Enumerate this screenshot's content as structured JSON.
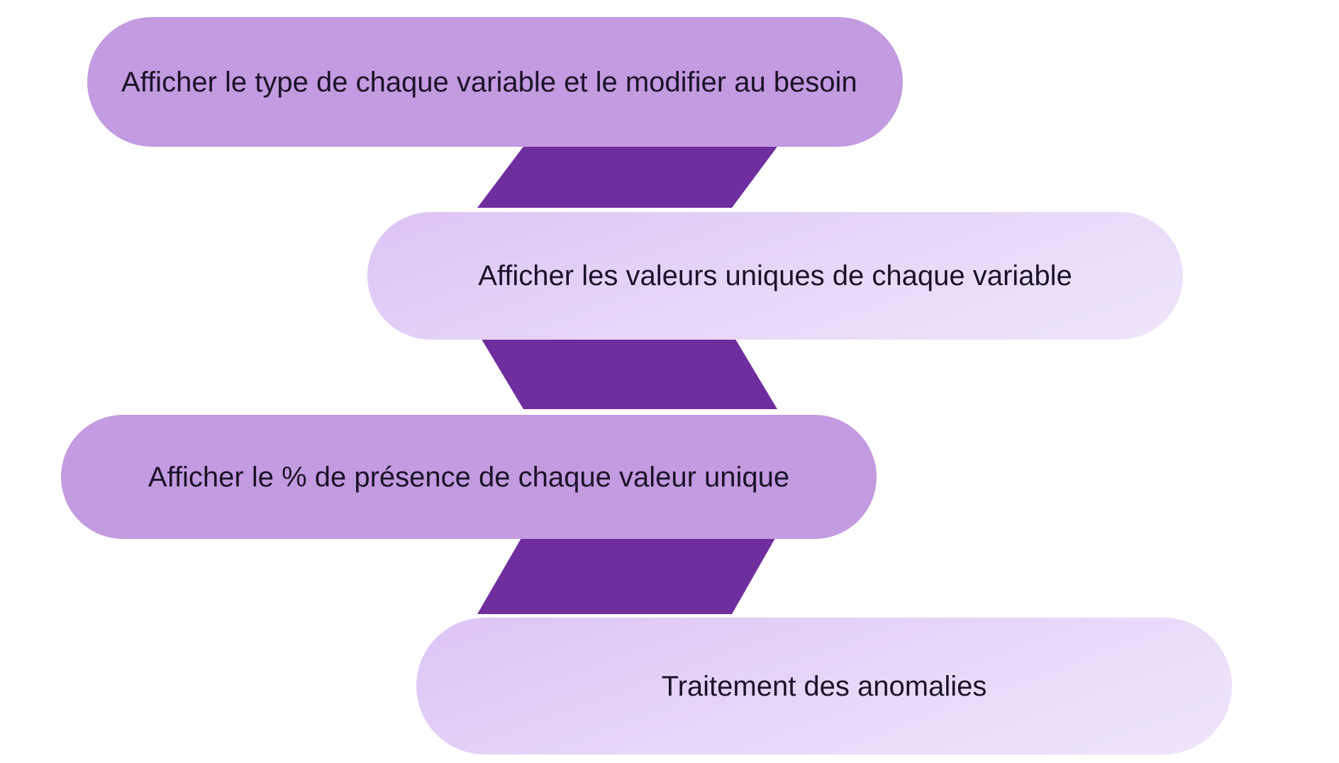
{
  "diagram": {
    "steps": [
      {
        "label": "Afficher le type de chaque variable et le modifier au besoin"
      },
      {
        "label": "Afficher les valeurs uniques de chaque variable"
      },
      {
        "label": "Afficher le % de présence de chaque valeur unique"
      },
      {
        "label": "Traitement des anomalies"
      }
    ],
    "colors": {
      "step_dark": "#c39be0",
      "step_light": "#e4d3f8",
      "connector": "#6f2e9e",
      "text": "#1a1328"
    }
  }
}
